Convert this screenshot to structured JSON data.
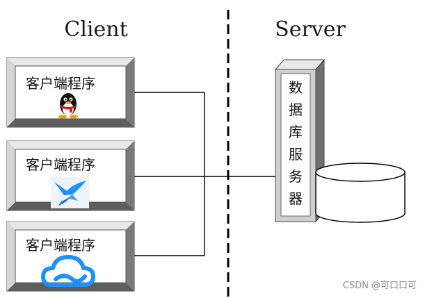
{
  "headings": {
    "client": "Client",
    "server": "Server"
  },
  "clients": [
    {
      "label": "客户端程序",
      "icon": "qq-penguin-icon"
    },
    {
      "label": "客户端程序",
      "icon": "bird-swift-icon"
    },
    {
      "label": "客户端程序",
      "icon": "cloud-icon"
    }
  ],
  "server": {
    "label_chars": [
      "数",
      "据",
      "库",
      "服",
      "务",
      "器"
    ]
  },
  "watermark": "CSDN @可口口可",
  "colors": {
    "frame_light": "#e8e8e8",
    "frame_mid": "#b9b9b9",
    "frame_dark": "#6a6a6a",
    "inner_border": "#555555",
    "accent_blue": "#1e90ff",
    "bird_bg": "#eef3fb",
    "penguin_scarf": "#e11b1b",
    "penguin_beak": "#f4a11a"
  }
}
